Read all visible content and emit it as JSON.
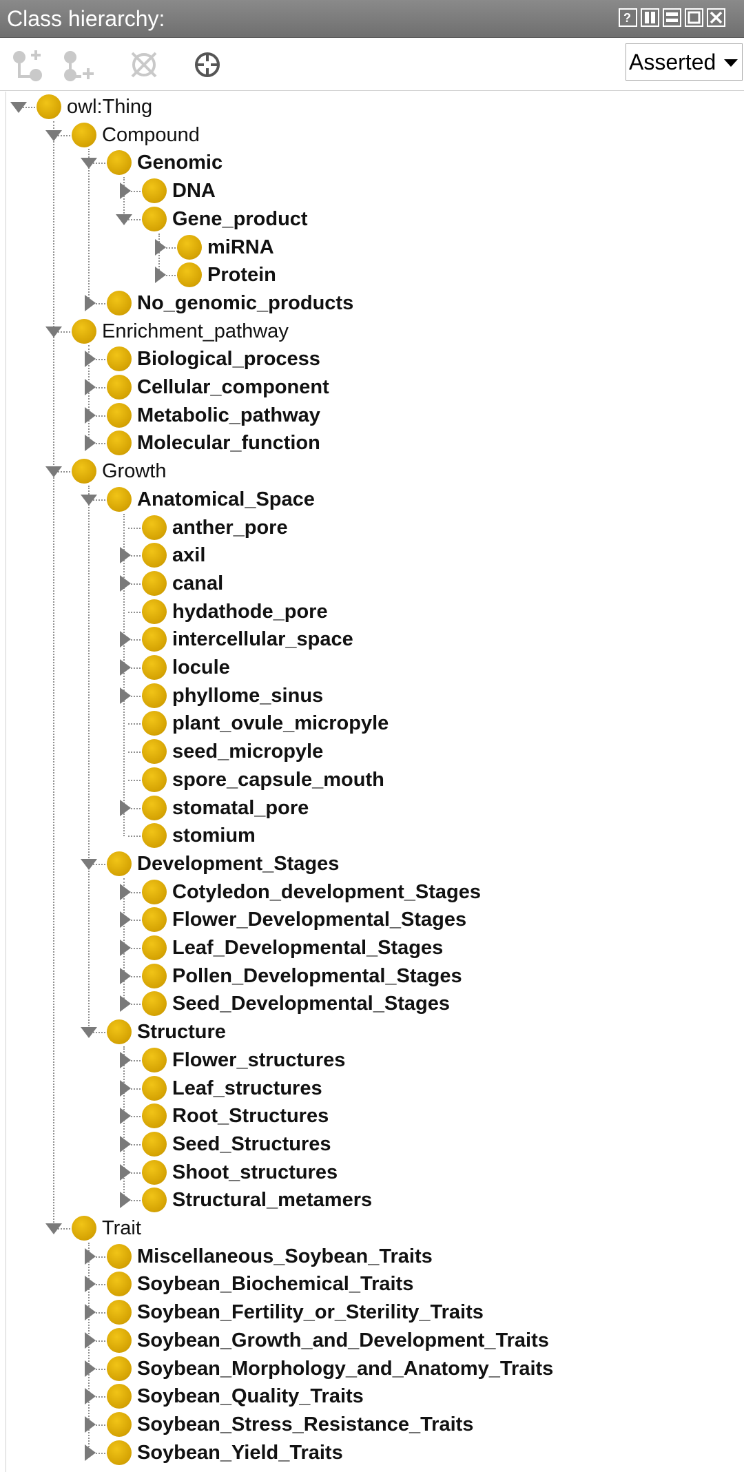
{
  "panel": {
    "title": "Class hierarchy:"
  },
  "view_selector": {
    "value": "Asserted"
  },
  "toolbar": {
    "icons": [
      "add-subclass-icon",
      "add-sibling-icon",
      "delete-class-icon",
      "target-icon"
    ]
  },
  "colors": {
    "class_ball": "#d4a203",
    "titlebar": "#7a7a7a"
  },
  "tree": [
    {
      "label": "owl:Thing",
      "depth": 0,
      "toggle": "open",
      "bold": false
    },
    {
      "label": "Compound",
      "depth": 1,
      "toggle": "open",
      "bold": false
    },
    {
      "label": "Genomic",
      "depth": 2,
      "toggle": "open",
      "bold": true
    },
    {
      "label": "DNA",
      "depth": 3,
      "toggle": "closed",
      "bold": true
    },
    {
      "label": "Gene_product",
      "depth": 3,
      "toggle": "open",
      "bold": true
    },
    {
      "label": "miRNA",
      "depth": 4,
      "toggle": "closed",
      "bold": true
    },
    {
      "label": "Protein",
      "depth": 4,
      "toggle": "closed",
      "bold": true
    },
    {
      "label": "No_genomic_products",
      "depth": 2,
      "toggle": "closed",
      "bold": true
    },
    {
      "label": "Enrichment_pathway",
      "depth": 1,
      "toggle": "open",
      "bold": false
    },
    {
      "label": "Biological_process",
      "depth": 2,
      "toggle": "closed",
      "bold": true
    },
    {
      "label": "Cellular_component",
      "depth": 2,
      "toggle": "closed",
      "bold": true
    },
    {
      "label": "Metabolic_pathway",
      "depth": 2,
      "toggle": "closed",
      "bold": true
    },
    {
      "label": "Molecular_function",
      "depth": 2,
      "toggle": "closed",
      "bold": true
    },
    {
      "label": "Growth",
      "depth": 1,
      "toggle": "open",
      "bold": false
    },
    {
      "label": "Anatomical_Space",
      "depth": 2,
      "toggle": "open",
      "bold": true
    },
    {
      "label": "anther_pore",
      "depth": 3,
      "toggle": "none",
      "bold": true
    },
    {
      "label": "axil",
      "depth": 3,
      "toggle": "closed",
      "bold": true
    },
    {
      "label": "canal",
      "depth": 3,
      "toggle": "closed",
      "bold": true
    },
    {
      "label": "hydathode_pore",
      "depth": 3,
      "toggle": "none",
      "bold": true
    },
    {
      "label": "intercellular_space",
      "depth": 3,
      "toggle": "closed",
      "bold": true
    },
    {
      "label": "locule",
      "depth": 3,
      "toggle": "closed",
      "bold": true
    },
    {
      "label": "phyllome_sinus",
      "depth": 3,
      "toggle": "closed",
      "bold": true
    },
    {
      "label": "plant_ovule_micropyle",
      "depth": 3,
      "toggle": "none",
      "bold": true
    },
    {
      "label": "seed_micropyle",
      "depth": 3,
      "toggle": "none",
      "bold": true
    },
    {
      "label": "spore_capsule_mouth",
      "depth": 3,
      "toggle": "none",
      "bold": true
    },
    {
      "label": "stomatal_pore",
      "depth": 3,
      "toggle": "closed",
      "bold": true
    },
    {
      "label": "stomium",
      "depth": 3,
      "toggle": "none",
      "bold": true
    },
    {
      "label": "Development_Stages",
      "depth": 2,
      "toggle": "open",
      "bold": true
    },
    {
      "label": "Cotyledon_development_Stages",
      "depth": 3,
      "toggle": "closed",
      "bold": true
    },
    {
      "label": "Flower_Developmental_Stages",
      "depth": 3,
      "toggle": "closed",
      "bold": true
    },
    {
      "label": "Leaf_Developmental_Stages",
      "depth": 3,
      "toggle": "closed",
      "bold": true
    },
    {
      "label": "Pollen_Developmental_Stages",
      "depth": 3,
      "toggle": "closed",
      "bold": true
    },
    {
      "label": "Seed_Developmental_Stages",
      "depth": 3,
      "toggle": "closed",
      "bold": true
    },
    {
      "label": "Structure",
      "depth": 2,
      "toggle": "open",
      "bold": true
    },
    {
      "label": "Flower_structures",
      "depth": 3,
      "toggle": "closed",
      "bold": true
    },
    {
      "label": "Leaf_structures",
      "depth": 3,
      "toggle": "closed",
      "bold": true
    },
    {
      "label": "Root_Structures",
      "depth": 3,
      "toggle": "closed",
      "bold": true
    },
    {
      "label": "Seed_Structures",
      "depth": 3,
      "toggle": "closed",
      "bold": true
    },
    {
      "label": "Shoot_structures",
      "depth": 3,
      "toggle": "closed",
      "bold": true
    },
    {
      "label": "Structural_metamers",
      "depth": 3,
      "toggle": "closed",
      "bold": true
    },
    {
      "label": "Trait",
      "depth": 1,
      "toggle": "open",
      "bold": false
    },
    {
      "label": "Miscellaneous_Soybean_Traits",
      "depth": 2,
      "toggle": "closed",
      "bold": true
    },
    {
      "label": "Soybean_Biochemical_Traits",
      "depth": 2,
      "toggle": "closed",
      "bold": true
    },
    {
      "label": "Soybean_Fertility_or_Sterility_Traits",
      "depth": 2,
      "toggle": "closed",
      "bold": true
    },
    {
      "label": "Soybean_Growth_and_Development_Traits",
      "depth": 2,
      "toggle": "closed",
      "bold": true
    },
    {
      "label": "Soybean_Morphology_and_Anatomy_Traits",
      "depth": 2,
      "toggle": "closed",
      "bold": true
    },
    {
      "label": "Soybean_Quality_Traits",
      "depth": 2,
      "toggle": "closed",
      "bold": true
    },
    {
      "label": "Soybean_Stress_Resistance_Traits",
      "depth": 2,
      "toggle": "closed",
      "bold": true
    },
    {
      "label": "Soybean_Yield_Traits",
      "depth": 2,
      "toggle": "closed",
      "bold": true
    }
  ]
}
